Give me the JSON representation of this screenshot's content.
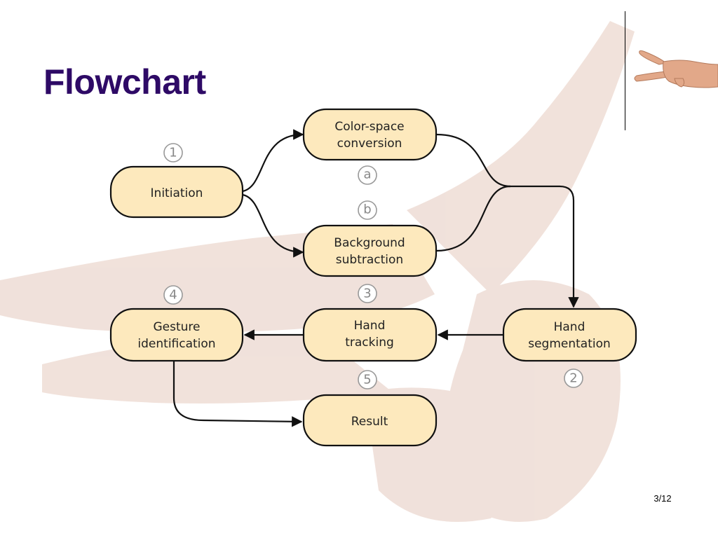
{
  "slide": {
    "title": "Flowchart",
    "page_number": "3/12"
  },
  "diagram": {
    "nodes": {
      "initiation": [
        "Initiation"
      ],
      "color_space": [
        "Color-space",
        "conversion"
      ],
      "background": [
        "Background",
        "subtraction"
      ],
      "hand_segmentation": [
        "Hand",
        "segmentation"
      ],
      "hand_tracking": [
        "Hand",
        "tracking"
      ],
      "gesture_identification": [
        "Gesture",
        "identification"
      ],
      "result": [
        "Result"
      ]
    },
    "badges": {
      "step1": "1",
      "step_a": "a",
      "step_b": "b",
      "step2": "2",
      "step3": "3",
      "step4": "4",
      "step5": "5"
    },
    "edges": [
      [
        "initiation",
        "color_space"
      ],
      [
        "initiation",
        "background"
      ],
      [
        "color_space",
        "hand_segmentation"
      ],
      [
        "background",
        "hand_segmentation"
      ],
      [
        "hand_segmentation",
        "hand_tracking"
      ],
      [
        "hand_tracking",
        "gesture_identification"
      ],
      [
        "gesture_identification",
        "result"
      ]
    ],
    "colors": {
      "node_fill": "#fde9bd",
      "node_stroke": "#111111",
      "title": "#2e0a66",
      "badge": "#888888"
    }
  },
  "icons": {
    "background": "hand-gesture-watermark",
    "corner": "peace-sign-hand-icon"
  }
}
